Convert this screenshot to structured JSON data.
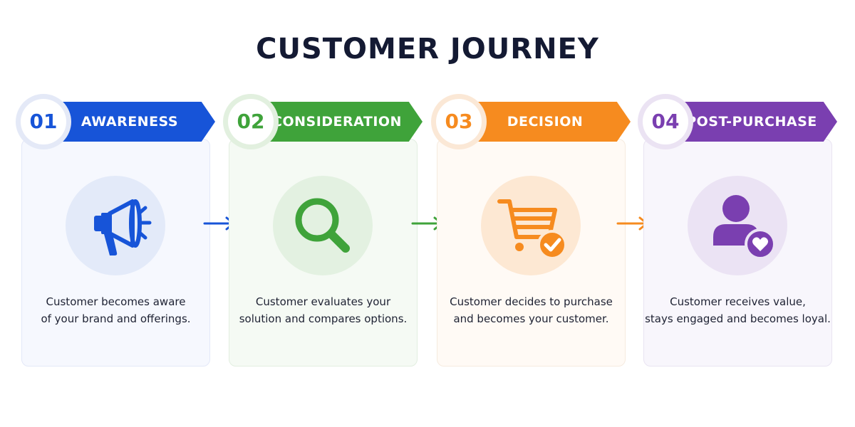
{
  "title": "CUSTOMER JOURNEY",
  "stages": [
    {
      "number": "01",
      "label": "AWARENESS",
      "icon": "megaphone-icon",
      "color": "#1754d8",
      "description": [
        "Customer becomes aware",
        "of your brand and offerings."
      ]
    },
    {
      "number": "02",
      "label": "CONSIDERATION",
      "icon": "magnifier-icon",
      "color": "#3fa33a",
      "description": [
        "Customer evaluates your",
        "solution and compares options."
      ]
    },
    {
      "number": "03",
      "label": "DECISION",
      "icon": "shopping-cart-check-icon",
      "color": "#f68b1f",
      "description": [
        "Customer decides to purchase",
        "and becomes your customer."
      ]
    },
    {
      "number": "04",
      "label": "POST-PURCHASE",
      "icon": "user-heart-icon",
      "color": "#7a3fb0",
      "description": [
        "Customer receives value,",
        "stays engaged and becomes loyal."
      ]
    }
  ]
}
